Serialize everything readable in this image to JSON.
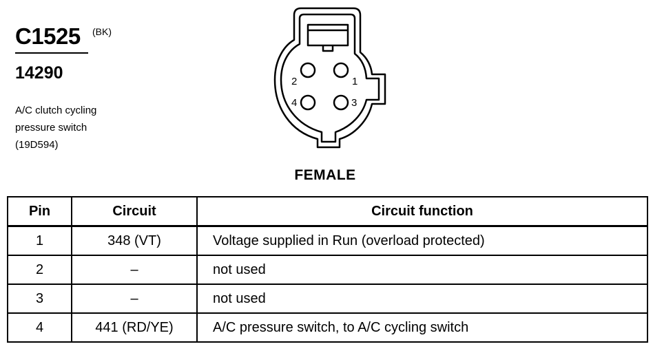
{
  "connector": {
    "code": "C1525",
    "color": "(BK)",
    "part_number": "14290",
    "description": [
      "A/C clutch cycling",
      "pressure switch",
      "(19D594)"
    ],
    "view": "FEMALE",
    "pin_labels": [
      "1",
      "2",
      "3",
      "4"
    ]
  },
  "table": {
    "headers": {
      "pin": "Pin",
      "circuit": "Circuit",
      "function": "Circuit function"
    },
    "rows": [
      {
        "pin": "1",
        "circuit": "348 (VT)",
        "function": "Voltage supplied in Run (overload protected)"
      },
      {
        "pin": "2",
        "circuit": "–",
        "function": "not used"
      },
      {
        "pin": "3",
        "circuit": "–",
        "function": "not used"
      },
      {
        "pin": "4",
        "circuit": "441 (RD/YE)",
        "function": "A/C pressure switch, to A/C cycling switch"
      }
    ]
  }
}
